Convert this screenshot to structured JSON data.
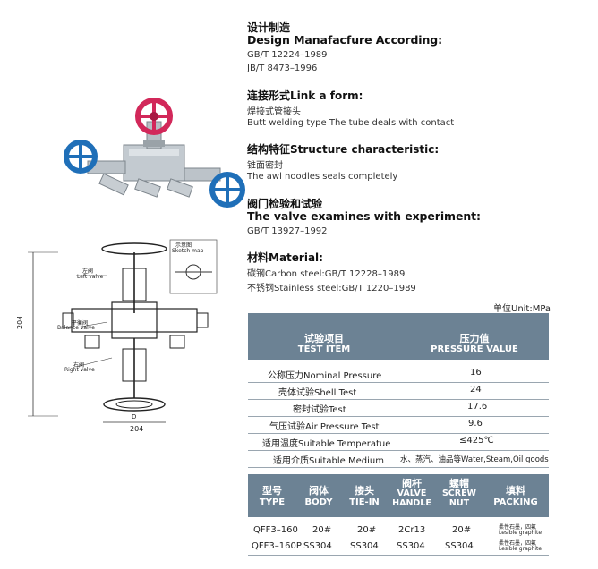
{
  "sections": [
    {
      "title_cn": "设计制造",
      "title_en": "Design Manafacfure According:",
      "lines": [
        "GB/T 12224–1989",
        "JB/T 8473–1996"
      ]
    },
    {
      "title_cn": "连接形式Link a form:",
      "lines": [
        "焊接式管接头",
        "Butt welding type The tube deals with contact"
      ]
    },
    {
      "title_cn": "结构特征Structure characteristic:",
      "lines": [
        "锥面密封",
        "The awl noodles seals completely"
      ]
    },
    {
      "title_cn": "阀门检验和试验",
      "title_en": "The valve examines with experiment:",
      "lines": [
        "GB/T 13927–1992"
      ]
    },
    {
      "title_cn": "材料Material:",
      "lines": [
        "碳钢Carbon steel:GB/T 12228–1989",
        "不锈钢Stainless steel:GB/T 1220–1989"
      ]
    }
  ],
  "unit_label": "单位Unit:MPa",
  "test_table": {
    "header_left_cn": "试验项目",
    "header_left_en": "TEST ITEM",
    "header_right_cn": "压力值",
    "header_right_en": "PRESSURE VALUE",
    "rows": [
      {
        "item": "公称压力Nominal Pressure",
        "value": "16"
      },
      {
        "item": "壳体试验Shell Test",
        "value": "24"
      },
      {
        "item": "密封试验Test",
        "value": "17.6"
      },
      {
        "item": "气压试验Air Pressure Test",
        "value": "9.6"
      },
      {
        "item": "适用温度Suitable Temperatue",
        "value": "≤425℃"
      },
      {
        "item": "适用介质Suitable Medium",
        "value": "水、蒸汽、油品等Water,Steam,Oil goods"
      }
    ]
  },
  "type_table": {
    "headers": [
      {
        "cn": "型号",
        "en": "TYPE"
      },
      {
        "cn": "阀体",
        "en": "BODY"
      },
      {
        "cn": "接头",
        "en": "TIE-IN"
      },
      {
        "cn": "阀杆",
        "en": "VALVE HANDLE"
      },
      {
        "cn": "螺帽",
        "en": "SCREW NUT"
      },
      {
        "cn": "填料",
        "en": "PACKING"
      }
    ],
    "rows": [
      {
        "type": "QFF3–160",
        "body": "20#",
        "tie": "20#",
        "handle": "2Cr13",
        "nut": "20#",
        "packing_cn": "柔性石墨，四氟",
        "packing_en": "Lesible graphite"
      },
      {
        "type": "QFF3–160P",
        "body": "SS304",
        "tie": "SS304",
        "handle": "SS304",
        "nut": "SS304",
        "packing_cn": "柔性石墨，四氟",
        "packing_en": "Lesible graphite"
      }
    ]
  },
  "drawing": {
    "sketch_label_cn": "示意图",
    "sketch_label_en": "Sketch map",
    "left_valve_cn": "左阀",
    "left_valve_en": "Left valve",
    "balance_valve_cn": "平衡阀",
    "balance_valve_en": "Balance valve",
    "right_valve_cn": "右阀",
    "right_valve_en": "Right valve",
    "dim_height": "204",
    "dim_width": "204",
    "dim_d": "D"
  },
  "colors": {
    "header_band": "#6c8294",
    "handwheel_red": "#d2285a",
    "handwheel_blue": "#1f6fb8",
    "steel": "#b9c0c6"
  }
}
